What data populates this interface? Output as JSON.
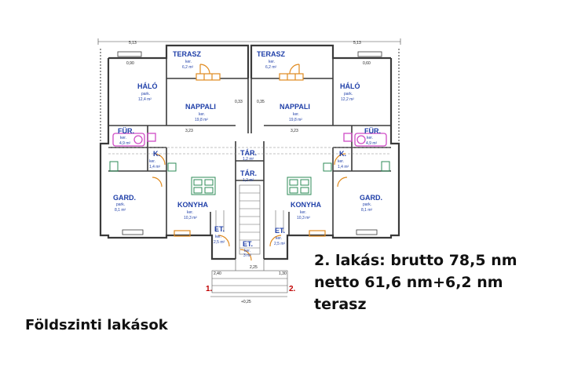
{
  "apartment_info": {
    "line1": "2. lakás: brutto 78,5 nm",
    "line2": "netto 61,6 nm+6,2 nm",
    "line3": "terasz"
  },
  "caption": "Földszinti lakások",
  "unit_markers": [
    "1.",
    "2."
  ],
  "rooms": {
    "terasz_left": {
      "name": "TERASZ",
      "sub": "ker.",
      "area": "6,2 m²"
    },
    "terasz_right": {
      "name": "TERASZ",
      "sub": "ker.",
      "area": "6,2 m²"
    },
    "halo_left": {
      "name": "HÁLÓ",
      "sub": "park.",
      "area": "12,4 m²"
    },
    "halo_right": {
      "name": "HÁLÓ",
      "sub": "park.",
      "area": "12,2 m²"
    },
    "nappali_left": {
      "name": "NAPPALI",
      "sub": "ker.",
      "area": "19,8 m²"
    },
    "nappali_right": {
      "name": "NAPPALI",
      "sub": "ker.",
      "area": "19,8 m²"
    },
    "furdo_left": {
      "name": "FÜR.",
      "sub": "ker.",
      "area": "4,9 m²"
    },
    "furdo_right": {
      "name": "FÜR.",
      "sub": "ker.",
      "area": "4,9 m²"
    },
    "wc_left": {
      "name": "K.",
      "sub": "ker.",
      "area": "1,4 m²"
    },
    "wc_right": {
      "name": "K.",
      "sub": "ker.",
      "area": "1,4 m²"
    },
    "gard_left": {
      "name": "GARD.",
      "sub": "park.",
      "area": "8,1 m²"
    },
    "gard_right": {
      "name": "GARD.",
      "sub": "park.",
      "area": "8,1 m²"
    },
    "konyha_left": {
      "name": "KONYHA",
      "sub": "ker.",
      "area": "10,3 m²"
    },
    "konyha_right": {
      "name": "KONYHA",
      "sub": "ker.",
      "area": "10,3 m²"
    },
    "et_left": {
      "name": "ET.",
      "sub": "ker.",
      "area": "2,5 m²"
    },
    "et_mid": {
      "name": "ET.",
      "sub": "ker.",
      "area": "3 m²"
    },
    "et_right": {
      "name": "ET.",
      "sub": "ker.",
      "area": "2,5 m²"
    },
    "tar_top": {
      "name": "TÁR.",
      "sub": "ker.",
      "area": "1,2 m²"
    },
    "tar_bottom": {
      "name": "TÁR.",
      "sub": "ker.",
      "area": "1,2 m²"
    }
  },
  "dimensions": {
    "top_left": "5,13",
    "top_right": "5,13",
    "d_323_a": "3,23",
    "d_323_b": "3,23",
    "d_033": "0,33",
    "d_325": "0,35",
    "d_090": "0,90",
    "d_060": "0,60",
    "d_plus025": "+0,25",
    "d_225": "2,25",
    "d_240": "2,40",
    "d_130": "1,30"
  },
  "colors": {
    "room_label": "#1f3fa8",
    "wall": "#3a3a3a",
    "door": "#e08a1e",
    "fixture": "#d04cc6",
    "marker": "#c00000",
    "accent_green": "#2e8b57"
  }
}
